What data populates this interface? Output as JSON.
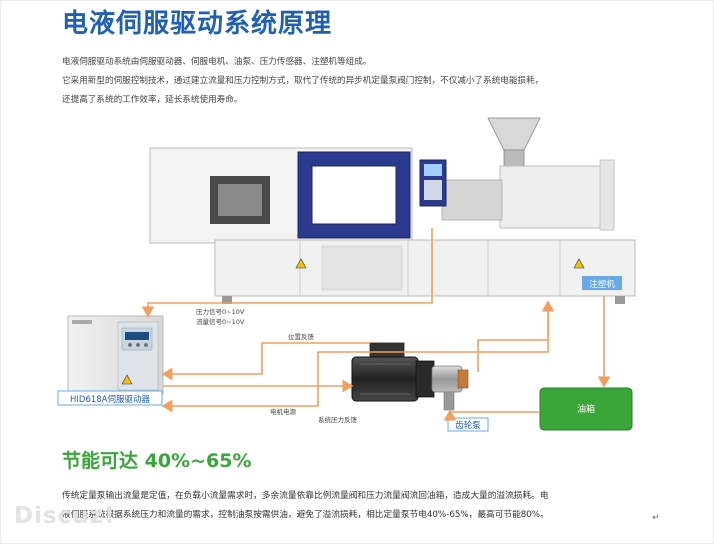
{
  "title": "电液伺服驱动系统原理",
  "intro": [
    "电液伺服驱动系统由伺服驱动器、伺服电机、油泵、压力传感器、注塑机等组成。",
    "它采用新型的伺服控制技术，通过建立流量和压力控制方式，取代了传统的异步机定量泵阀门控制，不仅减小了系统电能损耗，",
    "还提高了系统的工作效率，延长系统使用寿命。"
  ],
  "diagram": {
    "machine_label": "注塑机",
    "signal_pressure": "压力信号0~10V",
    "signal_flow": "流量信号0~10V",
    "position_feedback": "位置反馈",
    "motor_power": "电机电源",
    "pressure_feedback": "系统压力反馈",
    "driver_label": "HID618A伺服驱动器",
    "gear_pump_label": "齿轮泵",
    "oil_tank_label": "油箱",
    "colors": {
      "arrow": "#f0a060",
      "tank": "#3aa63a",
      "machine_label_bg": "#69a9e8"
    }
  },
  "saving": {
    "title": "节能可达 40%~65%",
    "text": [
      "传统定量泵输出流量是定值，在负载小流量需求时，多余流量依靠比例流量阀和压力流量阀流回油箱，造成大量的溢流损耗。电",
      "液伺服系统根据系统压力和流量的需求，控制油泵按需供油，避免了溢流损耗，相比定量泵节电40%-65%，最高可节能80%。"
    ]
  },
  "watermark": "Discuz!",
  "enter_mark": "↵"
}
